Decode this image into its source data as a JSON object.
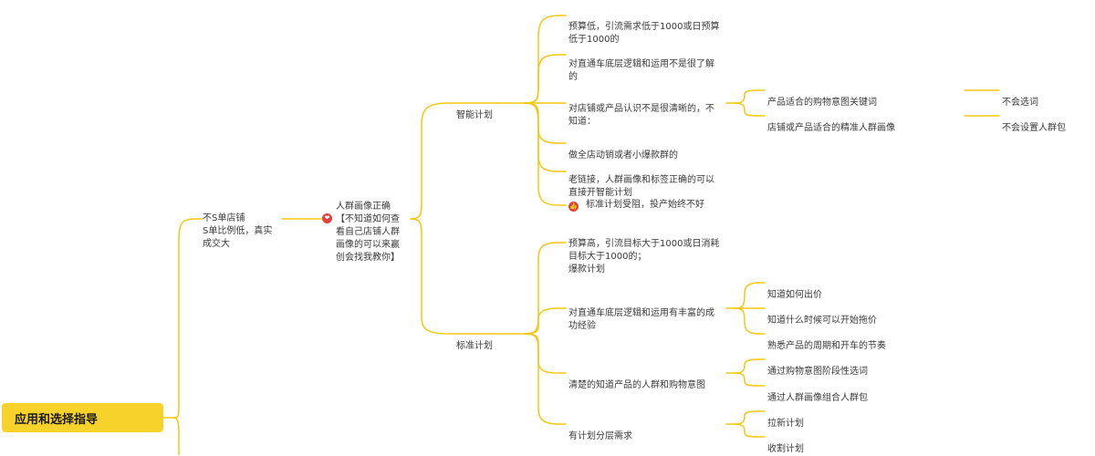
{
  "colors": {
    "branch": "#f2c811",
    "root_fill": "#f6d22b",
    "badge": "#e0413e"
  },
  "root": {
    "label": "应用和选择指导"
  },
  "level1": {
    "label": "不S单店铺\nS单比例低，真实\n成交大"
  },
  "level2": {
    "label": "人群画像正确\n【不知道如何查\n看自己店铺人群\n画像的可以来赢\n创会找我教你】",
    "icon": "heart-icon"
  },
  "plans": {
    "smart": {
      "label": "智能计划",
      "items": {
        "a": "预算低，引流需求低于1000或日预算\n低于1000的",
        "b": "对直通车底层逻辑和运用不是很了解\n的",
        "c": "对店铺或产品认识不是很清晰的，不\n知道：",
        "c_sub1": "产品适合的购物意图关键词",
        "c_sub1_leaf": "不会选词",
        "c_sub2": "店铺或产品适合的精准人群画像",
        "c_sub2_leaf": "不会设置人群包",
        "d": "做全店动销或者小爆款群的",
        "e": "老链接，人群画像和标签正确的可以\n直接开智能计划",
        "f": "标准计划受阻，投产始终不好",
        "f_icon": "thumbs-up-icon"
      }
    },
    "standard": {
      "label": "标准计划",
      "items": {
        "a": "预算高，引流目标大于1000或日消耗\n目标大于1000的；\n爆款计划",
        "b": "对直通车底层逻辑和运用有丰富的成\n功经验",
        "b_sub1": "知道如何出价",
        "b_sub2": "知道什么时候可以开始拖价",
        "b_sub3": "熟悉产品的周期和开车的节奏",
        "c": "清楚的知道产品的人群和购物意图",
        "c_sub1": "通过购物意图阶段性选词",
        "c_sub2": "通过人群画像组合人群包",
        "d": "有计划分层需求",
        "d_sub1": "拉新计划",
        "d_sub2": "收割计划"
      }
    }
  }
}
